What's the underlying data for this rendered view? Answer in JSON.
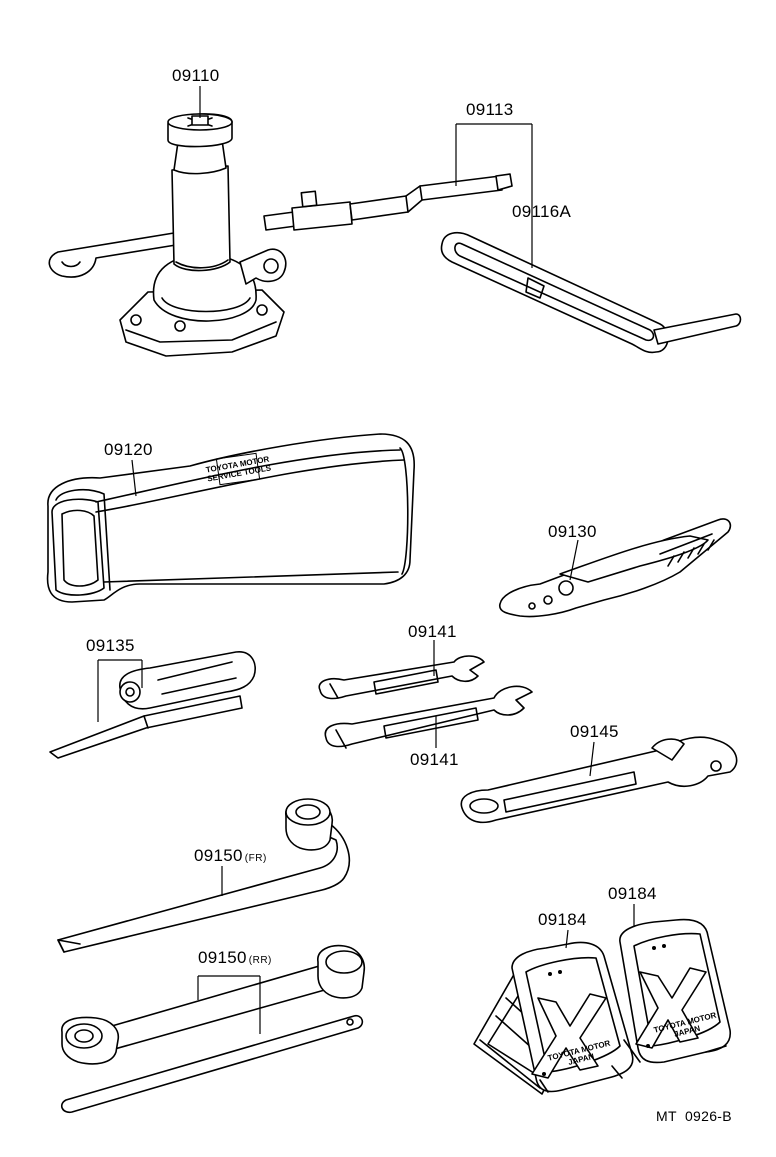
{
  "labels": {
    "p09110": "09110",
    "p09113": "09113",
    "p09116A": "09116A",
    "p09120": "09120",
    "p09130": "09130",
    "p09135": "09135",
    "p09141_top": "09141",
    "p09141_bottom": "09141",
    "p09145": "09145",
    "p09150_fr": "09150",
    "p09150_fr_sub": "(FR)",
    "p09150_rr": "09150",
    "p09150_rr_sub": "(RR)",
    "p09184_left": "09184",
    "p09184_right": "09184"
  },
  "markings": {
    "bag_brand": "TOYOTA MOTOR",
    "bag_sub": "SERVICE TOOLS",
    "chock_brand": "TOYOTA MOTOR",
    "chock_country": "JAPAN"
  },
  "footer": {
    "code": "MT  0926-B"
  }
}
